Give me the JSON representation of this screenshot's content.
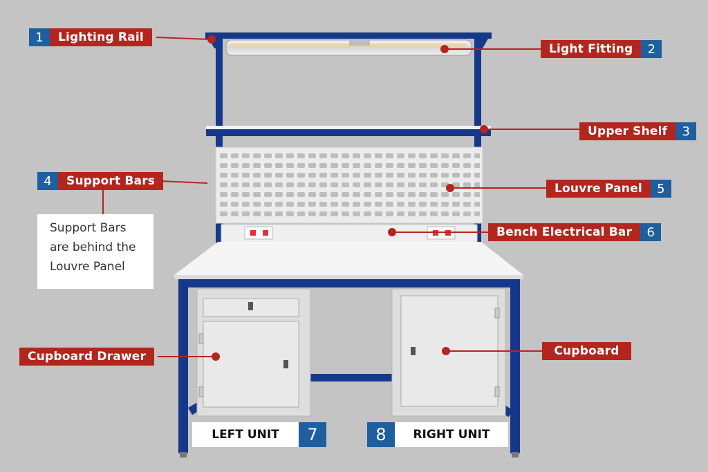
{
  "labels": [
    {
      "num": "1",
      "text": "Lighting Rail"
    },
    {
      "num": "2",
      "text": "Light Fitting"
    },
    {
      "num": "3",
      "text": "Upper Shelf"
    },
    {
      "num": "4",
      "text": "Support Bars"
    },
    {
      "num": "5",
      "text": "Louvre Panel"
    },
    {
      "num": "6",
      "text": "Bench Electrical Bar"
    },
    {
      "text": "Cupboard Drawer"
    },
    {
      "text": "Cupboard"
    }
  ],
  "note": {
    "lines": [
      "Support Bars",
      "are behind the",
      "Louvre Panel"
    ]
  },
  "units": [
    {
      "num": "7",
      "text": "LEFT UNIT"
    },
    {
      "num": "8",
      "text": "RIGHT UNIT"
    }
  ],
  "colors": {
    "background": "#c4c4c4",
    "label_red": "#b3261e",
    "number_blue": "#1f5fa0",
    "frame_blue": "#16388a",
    "panel_white": "#ececec"
  }
}
